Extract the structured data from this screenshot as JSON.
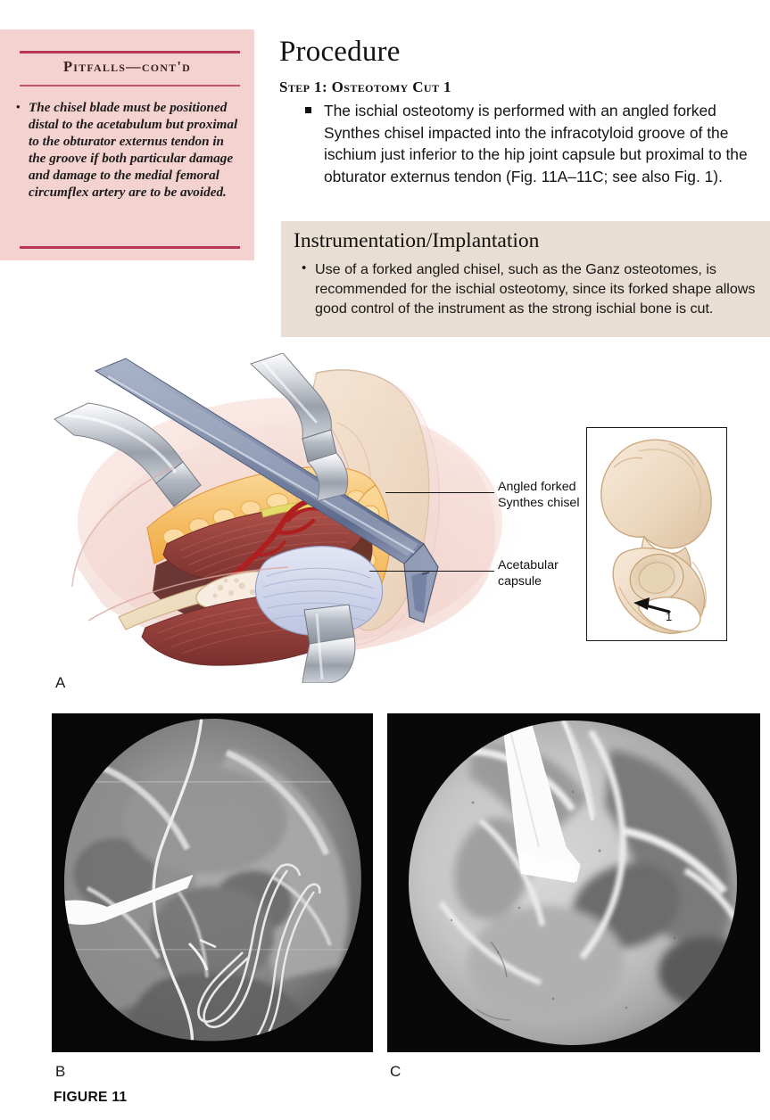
{
  "pitfalls": {
    "heading": "Pitfalls—cont'd",
    "items": [
      "The chisel blade must be positioned distal to the acetabulum but proximal to the obturator externus tendon in the groove if both particular damage and damage to the medial femoral circumflex artery are to be avoided."
    ],
    "bullet": "•",
    "bg_color": "#f4d2d0",
    "rule_color": "#b8375a"
  },
  "procedure": {
    "title": "Procedure",
    "step_heading": "Step 1: Osteotomy Cut 1",
    "steps": [
      "The ischial osteotomy is performed with an angled forked Synthes chisel impacted into the infracotyloid groove of the ischium just inferior to the hip joint capsule but proximal to the obturator externus tendon (Fig. 11A–11C; see also Fig. 1)."
    ]
  },
  "instrumentation": {
    "heading": "Instrumentation/Implantation",
    "items": [
      "Use of a forked angled chisel, such as the Ganz osteotomes, is recommended for the ischial osteotomy, since its forked shape allows good control of the instrument as the strong ischial bone is cut."
    ],
    "bullet": "•",
    "bg_color": "#e9ded3"
  },
  "figure": {
    "caption": "FIGURE 11",
    "panels": [
      {
        "letter": "A",
        "type": "illustration"
      },
      {
        "letter": "B",
        "type": "fluoroscopic-radiograph"
      },
      {
        "letter": "C",
        "type": "fluoroscopic-radiograph"
      }
    ],
    "callouts": [
      {
        "label": "Angled forked\nSynthes chisel",
        "name": "angled-forked-synthes-chisel"
      },
      {
        "label": "Acetabular\ncapsule",
        "name": "acetabular-capsule"
      }
    ],
    "inset": {
      "marker": "1",
      "description": "pelvis-bone-osteotomy-site"
    }
  },
  "colors": {
    "muscle": "#a04a46",
    "fat": "#f4b55c",
    "bone": "#ecd9bd",
    "capsule": "#c9cfe8",
    "steel": "#b9bcc4",
    "chisel_blue": "#7f8cab",
    "skin": "#f2d9d4"
  }
}
